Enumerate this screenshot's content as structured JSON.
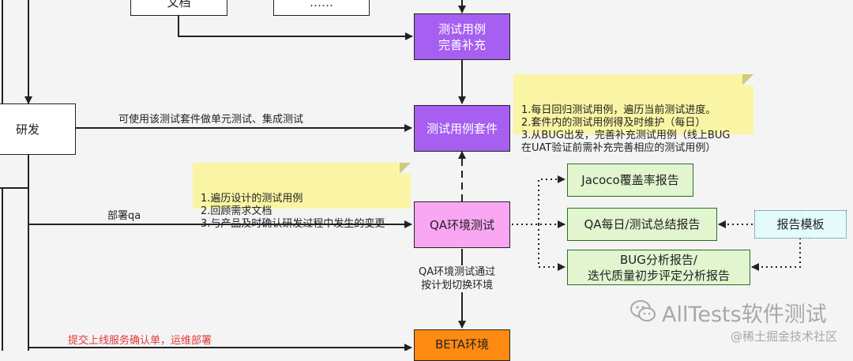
{
  "nodes": {
    "doc_box": "文档",
    "top_right_box": "……",
    "testcase_supplement": "测试用例\n完善补充",
    "rnd": "研发",
    "testcase_suite": "测试用例套件",
    "qa_env_test": "QA环境测试",
    "jacoco_report": "Jacoco覆盖率报告",
    "qa_daily_report": "QA每日/测试总结报告",
    "report_template": "报告模板",
    "bug_report": "BUG分析报告/\n迭代质量初步评定分析报告",
    "beta_env": "BETA环境"
  },
  "notes": {
    "suite_note": "1.每日回归测试用例，遍历当前测试进度。\n2.套件内的测试用例得及时维护（每日）\n3.从BUG出发，完善补充测试用例（线上BUG\n在UAT验证前需补充完善相应的测试用例）",
    "qa_note": "1.遍历设计的测试用例\n2.回顾需求文档\n3.与产品及时确认研发过程中发生的变更"
  },
  "edge_labels": {
    "unit_test": "可使用该测试套件做单元测试、集成测试",
    "deploy_qa": "部署qa",
    "qa_pass": "QA环境测试通过\n按计划切换环境",
    "submit_online": "提交上线服务确认单，运维部署"
  },
  "watermarks": {
    "main": "AllTests软件测试",
    "sub": "@稀土掘金技术社区"
  },
  "colors": {
    "purple": "#a65ff0",
    "pink": "#f9a7f3",
    "green": "#e1f5cf",
    "cyan": "#e3fbfd",
    "orange": "#ff8a12",
    "note": "#faf5a4",
    "red_text": "#e23a3a"
  }
}
